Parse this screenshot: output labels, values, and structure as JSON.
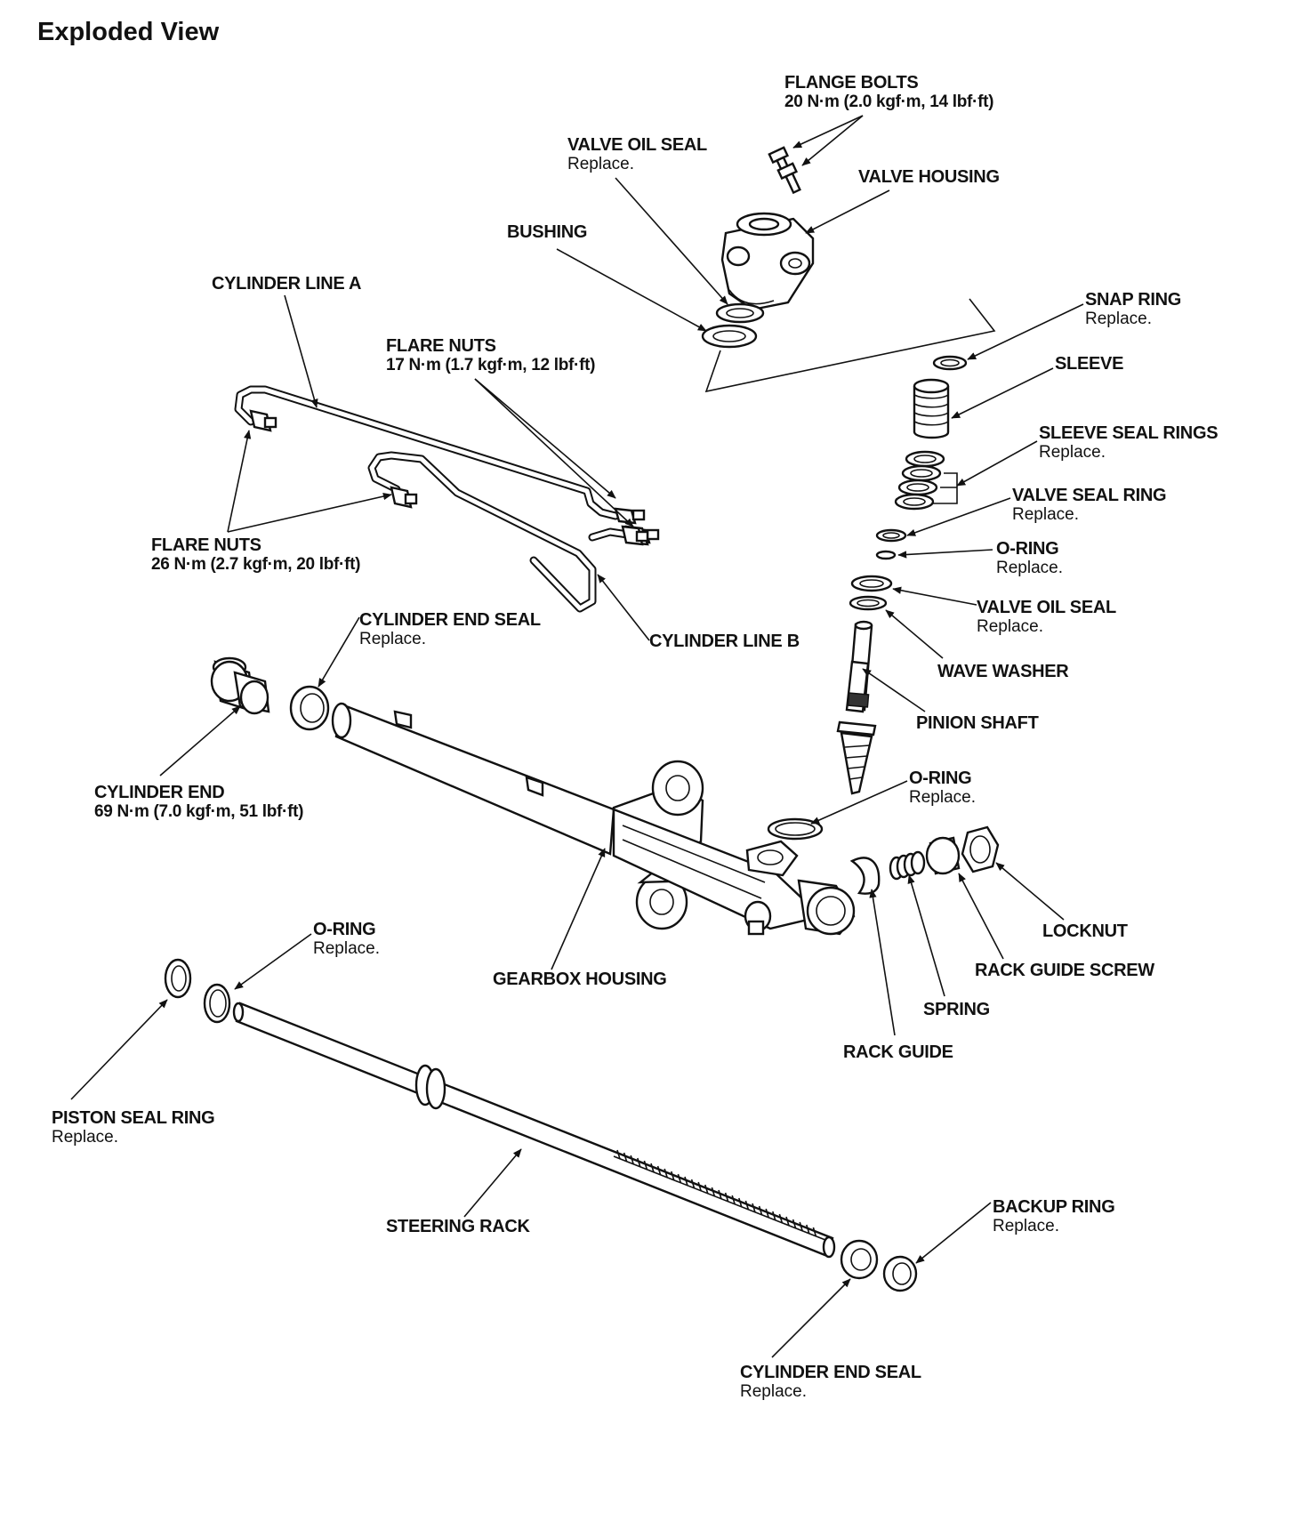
{
  "title": "Exploded View",
  "labels": {
    "flange_bolts": {
      "name": "FLANGE BOLTS",
      "spec": "20 N·m (2.0 kgf·m, 14 lbf·ft)"
    },
    "valve_oil_seal_top": {
      "name": "VALVE OIL SEAL",
      "note": "Replace."
    },
    "valve_housing": {
      "name": "VALVE HOUSING"
    },
    "bushing": {
      "name": "BUSHING"
    },
    "cylinder_line_a": {
      "name": "CYLINDER LINE A"
    },
    "snap_ring": {
      "name": "SNAP RING",
      "note": "Replace."
    },
    "flare_nuts_17": {
      "name": "FLARE NUTS",
      "spec": "17 N·m (1.7 kgf·m, 12 lbf·ft)"
    },
    "sleeve": {
      "name": "SLEEVE"
    },
    "sleeve_seal_rings": {
      "name": "SLEEVE SEAL RINGS",
      "note": "Replace."
    },
    "valve_seal_ring": {
      "name": "VALVE SEAL RING",
      "note": "Replace."
    },
    "flare_nuts_26": {
      "name": "FLARE NUTS",
      "spec": "26 N·m (2.7 kgf·m, 20 lbf·ft)"
    },
    "o_ring_valve": {
      "name": "O-RING",
      "note": "Replace."
    },
    "valve_oil_seal_lower": {
      "name": "VALVE OIL SEAL",
      "note": "Replace."
    },
    "cylinder_end_seal_top": {
      "name": "CYLINDER END SEAL",
      "note": "Replace."
    },
    "cylinder_line_b": {
      "name": "CYLINDER LINE B"
    },
    "wave_washer": {
      "name": "WAVE WASHER"
    },
    "pinion_shaft": {
      "name": "PINION SHAFT"
    },
    "cylinder_end": {
      "name": "CYLINDER END",
      "spec": "69 N·m (7.0 kgf·m, 51 lbf·ft)"
    },
    "o_ring_housing": {
      "name": "O-RING",
      "note": "Replace."
    },
    "locknut": {
      "name": "LOCKNUT"
    },
    "rack_guide_screw": {
      "name": "RACK GUIDE SCREW"
    },
    "o_ring_rack": {
      "name": "O-RING",
      "note": "Replace."
    },
    "gearbox_housing": {
      "name": "GEARBOX HOUSING"
    },
    "spring": {
      "name": "SPRING"
    },
    "rack_guide": {
      "name": "RACK GUIDE"
    },
    "piston_seal_ring": {
      "name": "PISTON SEAL RING",
      "note": "Replace."
    },
    "backup_ring": {
      "name": "BACKUP RING",
      "note": "Replace."
    },
    "steering_rack": {
      "name": "STEERING RACK"
    },
    "cylinder_end_seal_bottom": {
      "name": "CYLINDER END SEAL",
      "note": "Replace."
    }
  }
}
